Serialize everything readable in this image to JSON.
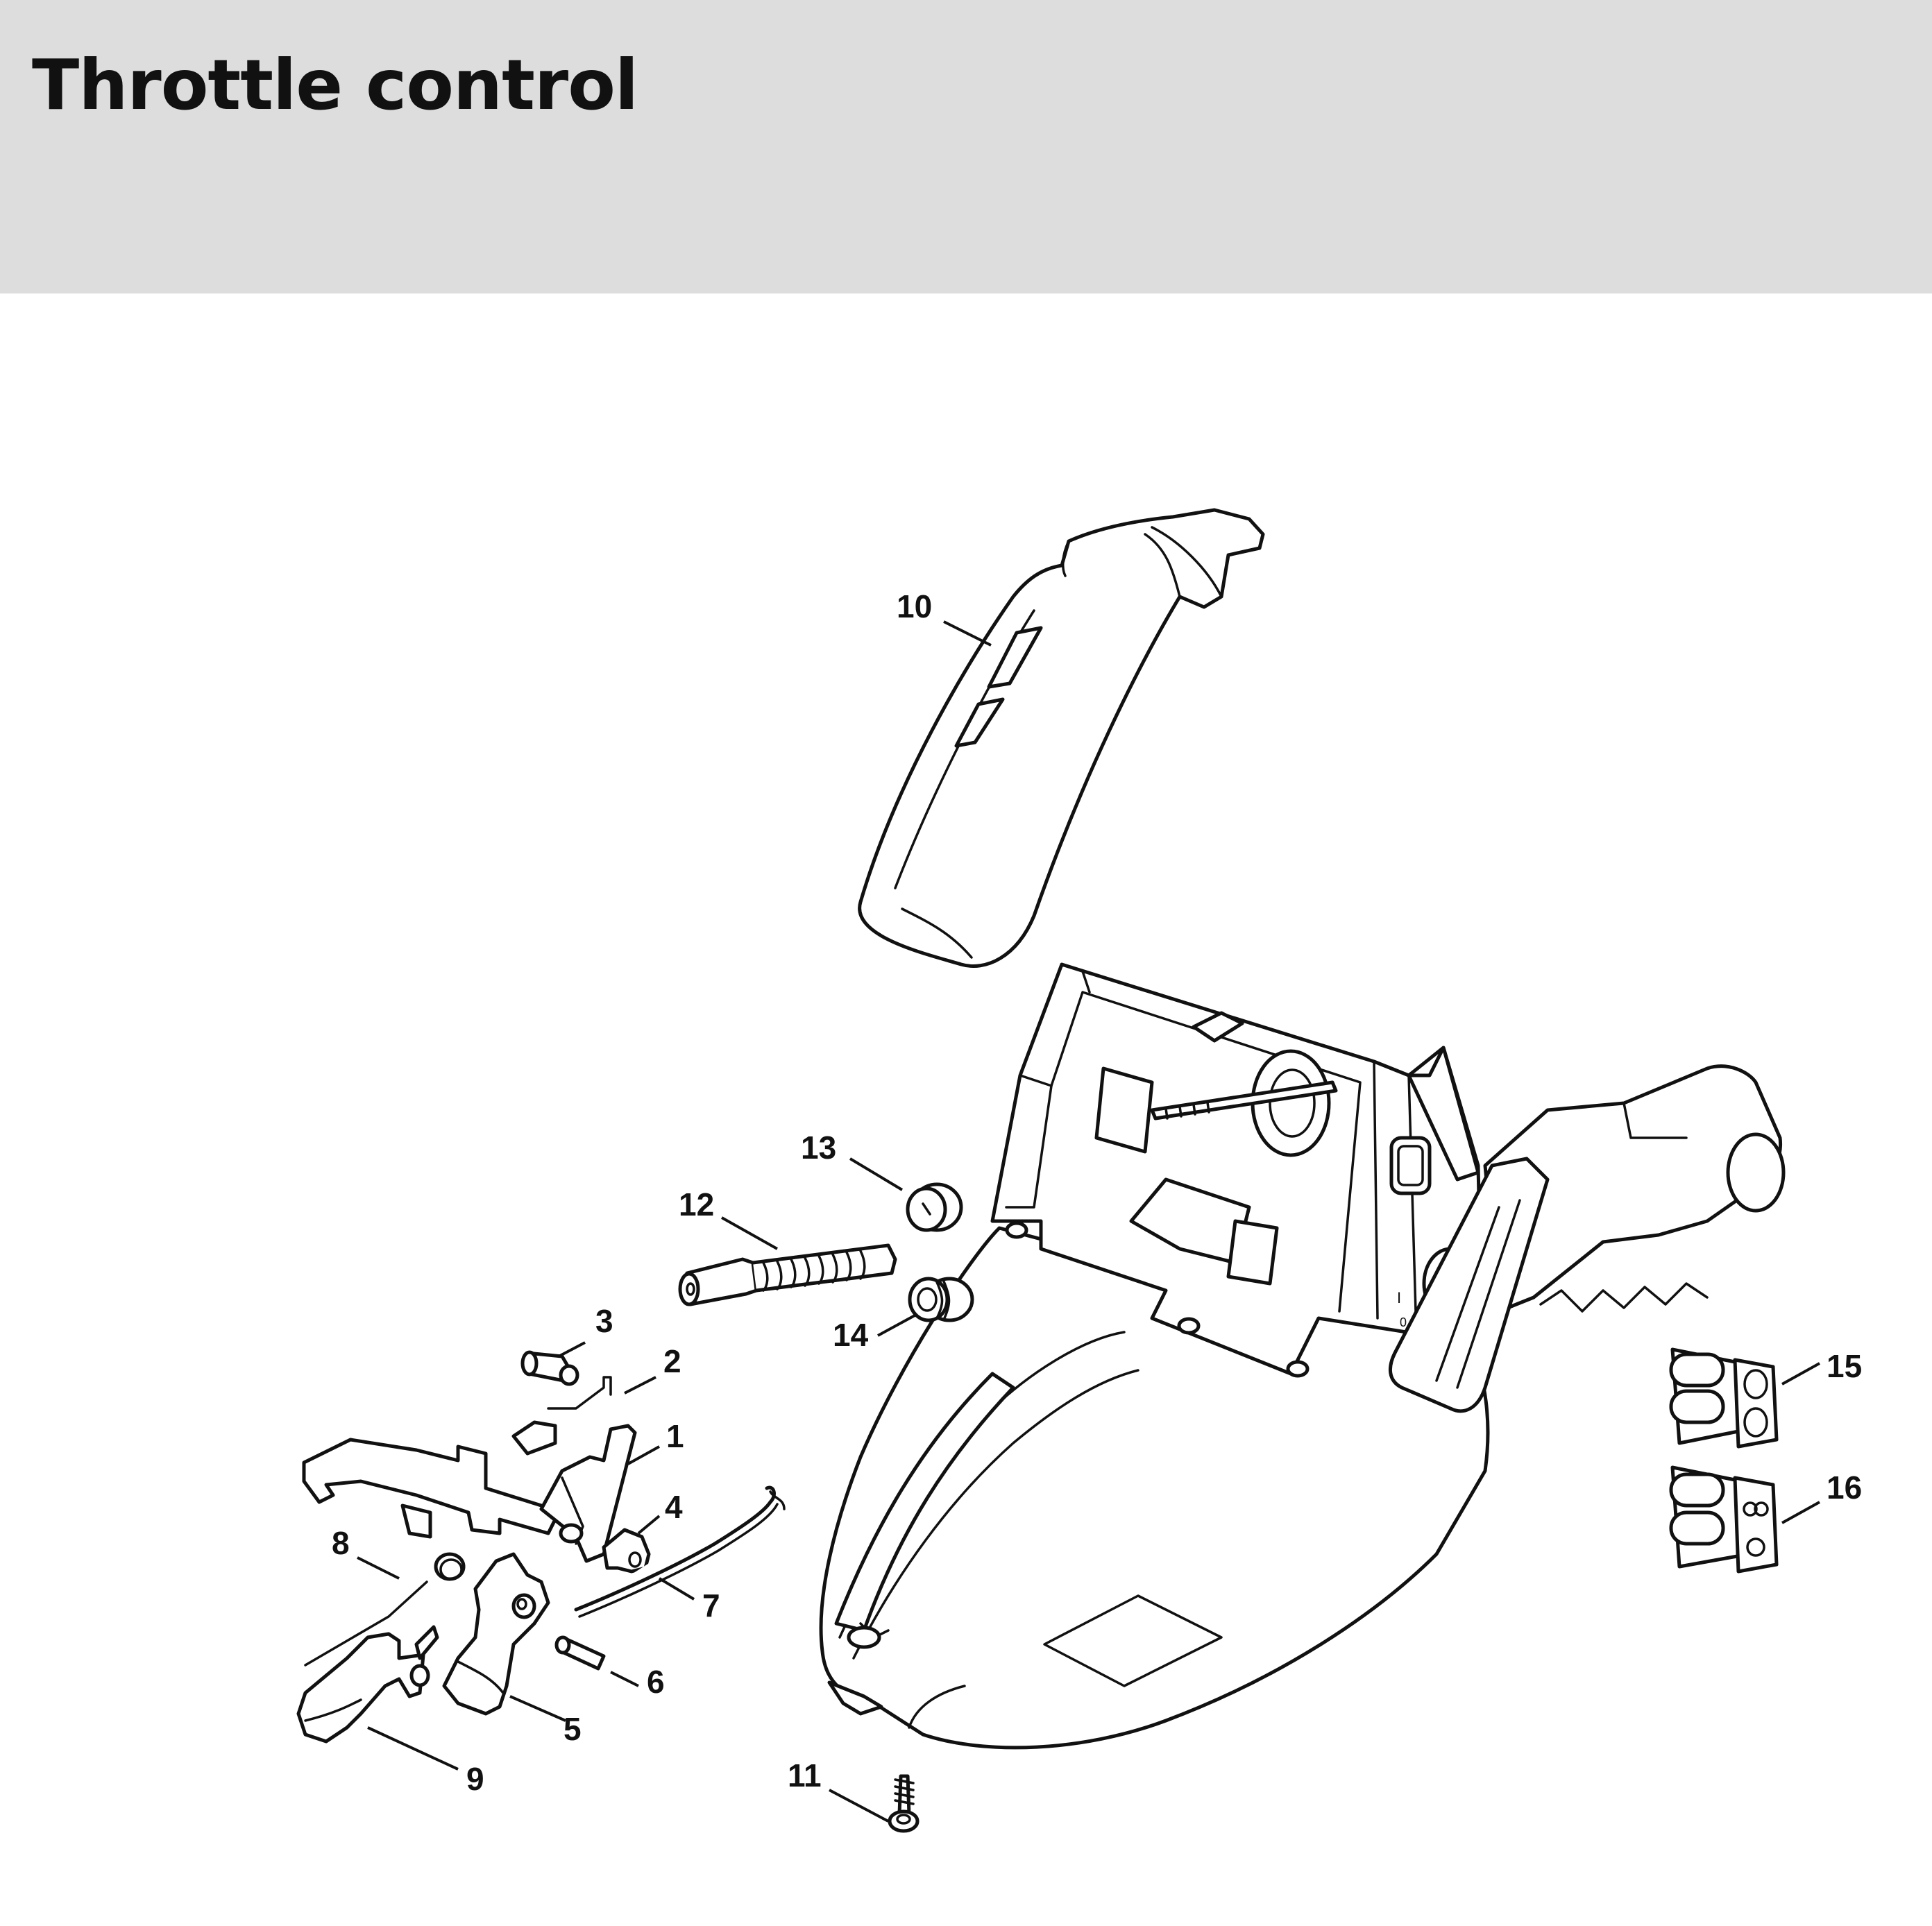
{
  "header": {
    "title": "Throttle control",
    "background": "#dcdddc"
  },
  "callouts": [
    {
      "id": "1",
      "label": "1"
    },
    {
      "id": "2",
      "label": "2"
    },
    {
      "id": "3",
      "label": "3"
    },
    {
      "id": "4",
      "label": "4"
    },
    {
      "id": "5",
      "label": "5"
    },
    {
      "id": "6",
      "label": "6"
    },
    {
      "id": "7",
      "label": "7"
    },
    {
      "id": "8",
      "label": "8"
    },
    {
      "id": "9",
      "label": "9"
    },
    {
      "id": "10",
      "label": "10"
    },
    {
      "id": "11",
      "label": "11"
    },
    {
      "id": "12",
      "label": "12"
    },
    {
      "id": "13",
      "label": "13"
    },
    {
      "id": "14",
      "label": "14"
    },
    {
      "id": "15",
      "label": "15"
    },
    {
      "id": "16",
      "label": "16"
    }
  ],
  "housing_marks": {
    "mark_1": "I",
    "mark_2": "0"
  }
}
